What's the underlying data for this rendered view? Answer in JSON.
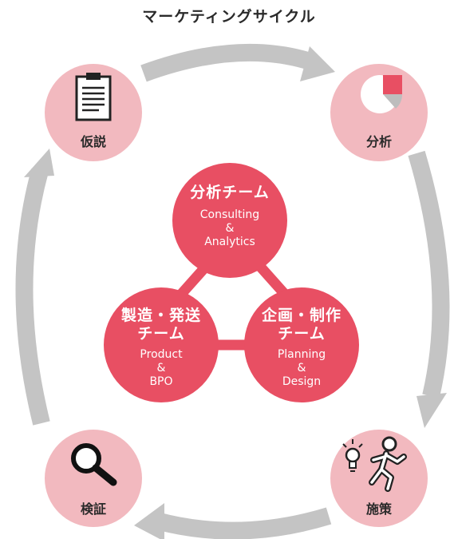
{
  "title": "マーケティングサイクル",
  "cycle": {
    "hypothesis": "仮説",
    "analysis": "分析",
    "measure": "施策",
    "verification": "検証"
  },
  "teams": {
    "analysis": {
      "name": "分析チーム",
      "sub": [
        "Consulting",
        "&",
        "Analytics"
      ]
    },
    "production": {
      "name": [
        "製造・発送",
        "チーム"
      ],
      "sub": [
        "Product",
        "&",
        "BPO"
      ]
    },
    "planning": {
      "name": [
        "企画・制作",
        "チーム"
      ],
      "sub": [
        "Planning",
        "&",
        "Design"
      ]
    }
  },
  "colors": {
    "node_fill": "#f2b9bf",
    "team_fill": "#e84f63",
    "arrow": "#c4c4c4",
    "accent": "#e84f63"
  },
  "icons": [
    "clipboard-icon",
    "pie-chart-icon",
    "magnifier-icon",
    "lightbulb-icon",
    "runner-icon"
  ]
}
